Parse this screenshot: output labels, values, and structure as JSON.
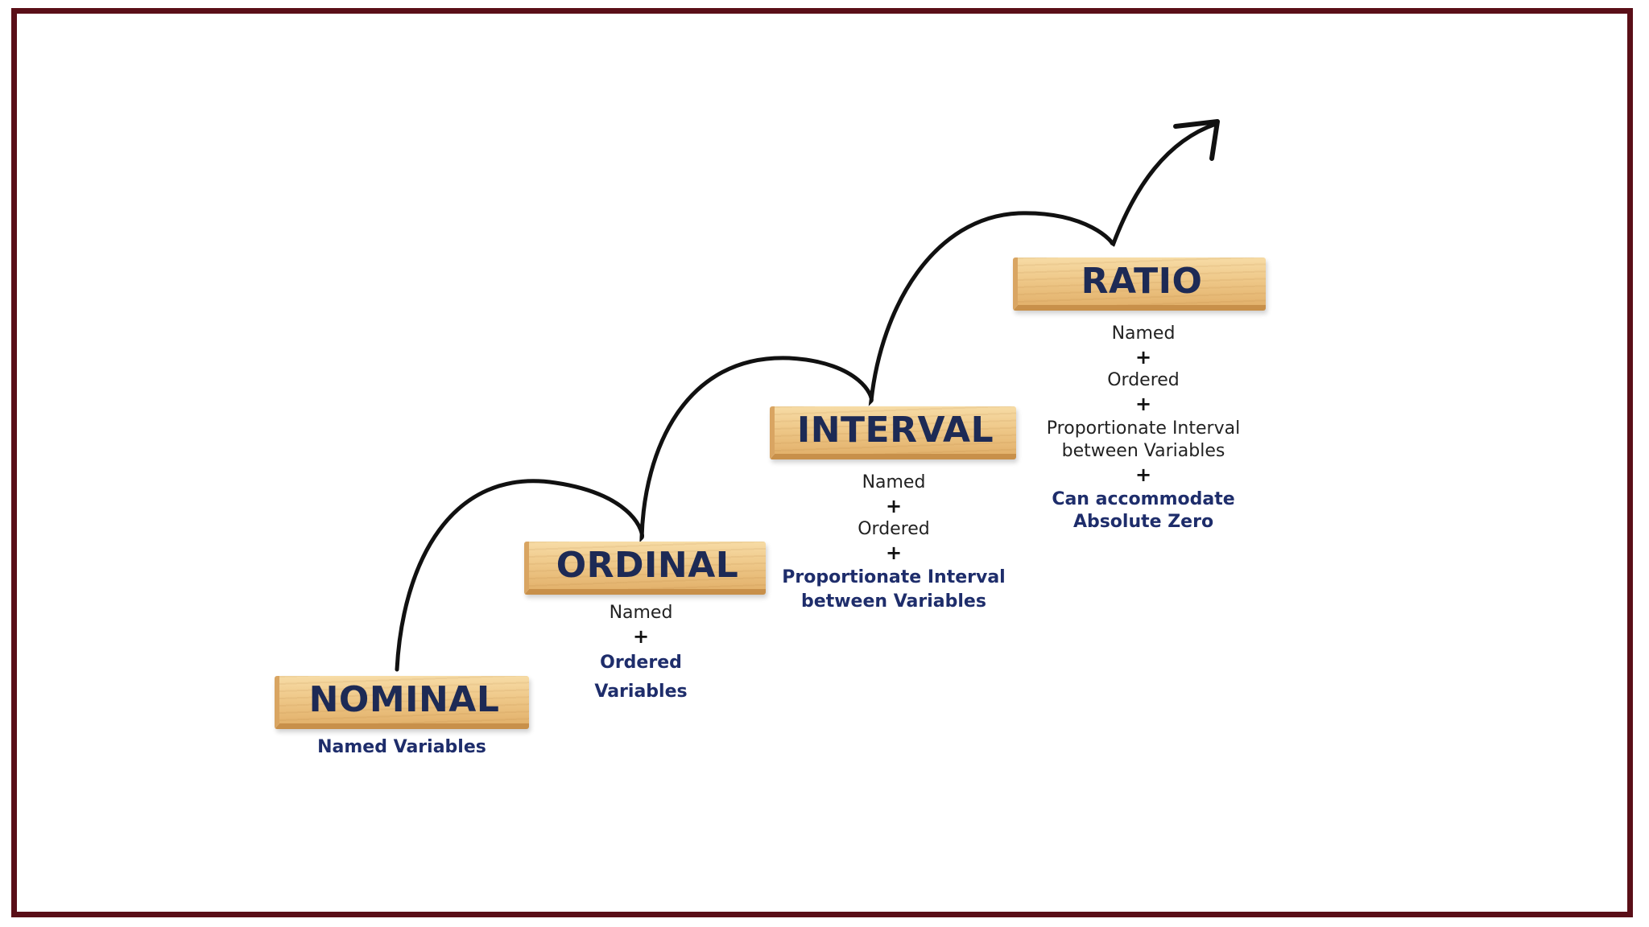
{
  "levels": [
    {
      "title": "NOMINAL",
      "lines": [
        {
          "kind": "hl",
          "text": "Named Variables"
        }
      ]
    },
    {
      "title": "ORDINAL",
      "lines": [
        {
          "kind": "t",
          "text": "Named"
        },
        {
          "kind": "plus",
          "text": "+"
        },
        {
          "kind": "hl",
          "text": "Ordered"
        },
        {
          "kind": "hl",
          "text": "Variables"
        }
      ]
    },
    {
      "title": "INTERVAL",
      "lines": [
        {
          "kind": "t",
          "text": "Named"
        },
        {
          "kind": "plus",
          "text": "+"
        },
        {
          "kind": "t",
          "text": "Ordered"
        },
        {
          "kind": "plus",
          "text": "+"
        },
        {
          "kind": "hl",
          "text": "Proportionate Interval"
        },
        {
          "kind": "hl",
          "text": "between Variables"
        }
      ]
    },
    {
      "title": "RATIO",
      "lines": [
        {
          "kind": "t",
          "text": "Named"
        },
        {
          "kind": "plus",
          "text": "+"
        },
        {
          "kind": "t",
          "text": "Ordered"
        },
        {
          "kind": "plus",
          "text": "+"
        },
        {
          "kind": "t",
          "text": "Proportionate Interval"
        },
        {
          "kind": "t",
          "text": "between Variables"
        },
        {
          "kind": "plus",
          "text": "+"
        },
        {
          "kind": "hl",
          "text": "Can accommodate"
        },
        {
          "kind": "hl",
          "text": "Absolute Zero"
        }
      ]
    }
  ],
  "colors": {
    "frame": "#5a0f18",
    "title": "#1d2a55",
    "highlight": "#1e2d6b",
    "wood": "#efc98a"
  }
}
